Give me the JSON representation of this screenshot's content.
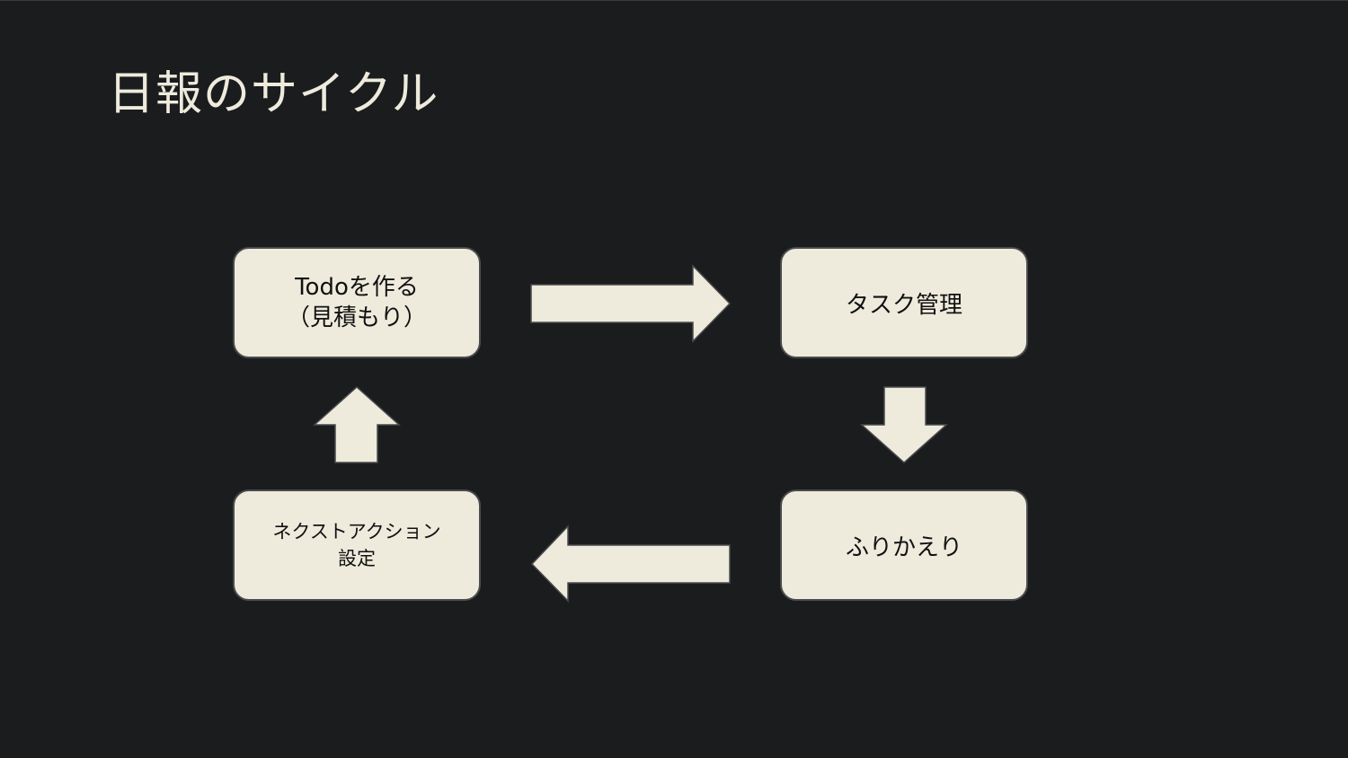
{
  "slide": {
    "title": "日報のサイクル"
  },
  "cycle": {
    "todo": {
      "line1": "Todoを作る",
      "line2": "（見積もり）"
    },
    "task": {
      "line1": "タスク管理"
    },
    "review": {
      "line1": "ふりかえり"
    },
    "next_action": {
      "line1": "ネクストアクション",
      "line2": "設定"
    }
  },
  "colors": {
    "background": "#1b1c1e",
    "box_fill": "#eeebdd",
    "text_dark": "#111111",
    "title_text": "#eeebdd"
  }
}
